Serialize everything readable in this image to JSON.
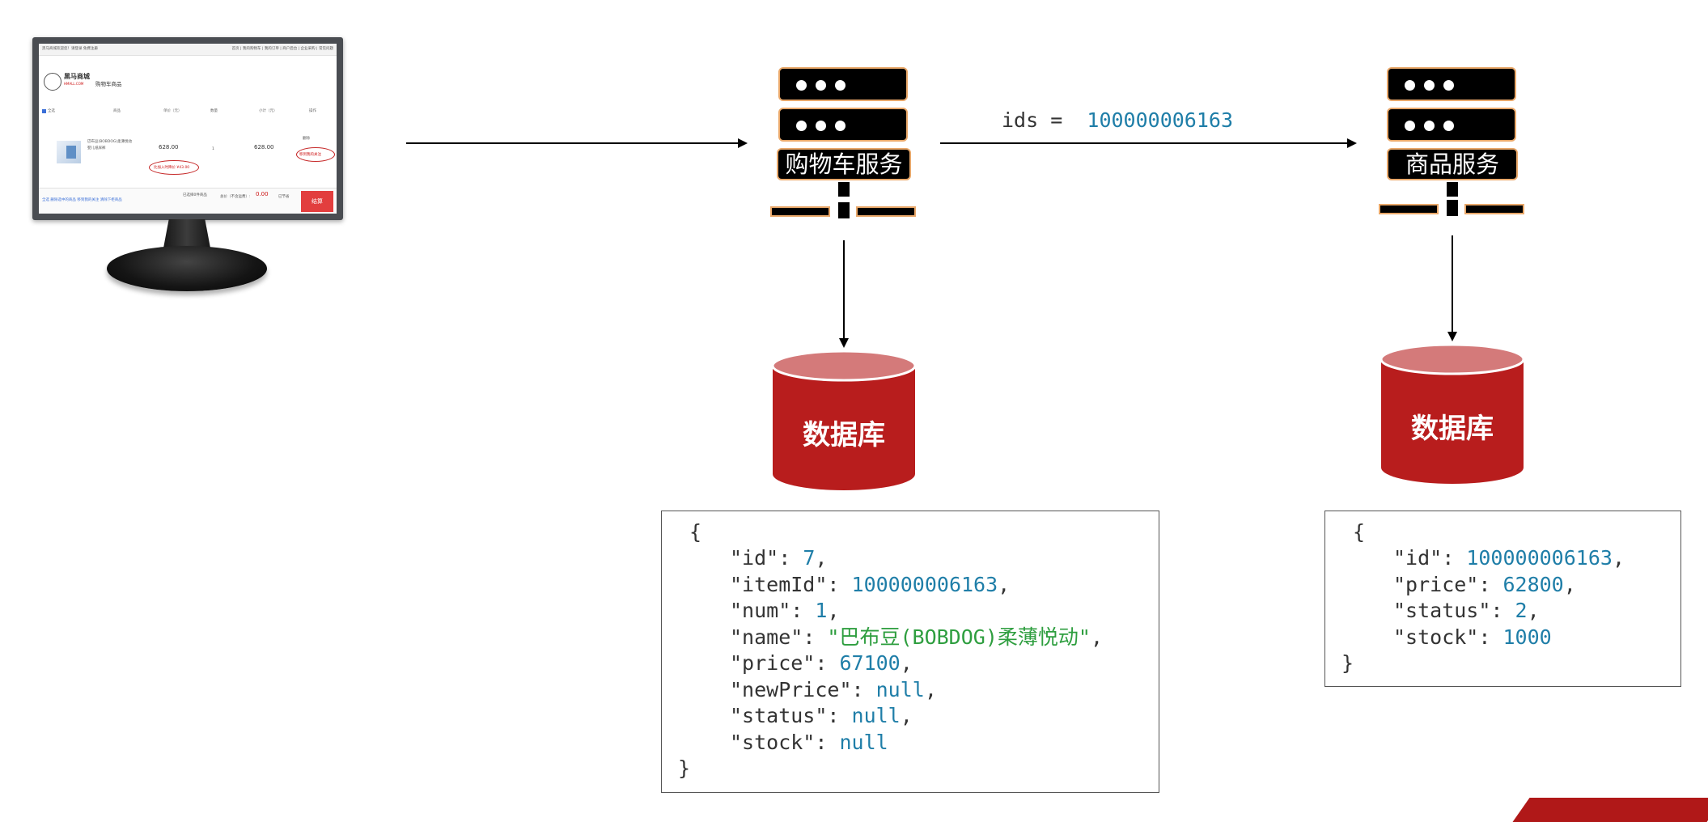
{
  "monitor": {
    "top_left": "黑马商城欢迎您！请登录 免费注册",
    "top_right": "首页 | 我的购物车 | 我的订单 | 商户后台 | 企业采购 | 常见问题",
    "logo": "黑马商城",
    "logo_sub": "HMALL.COM",
    "cart_title": "购物车商品",
    "headers": [
      "全选",
      "商品",
      "单价（元）",
      "数量",
      "小计（元）",
      "操作"
    ],
    "product_name": "巴布豆(BOBDOG)柔薄悦动",
    "product_sub": "婴儿纸尿裤",
    "unit_price": "628.00",
    "qty": "1",
    "subtotal": "628.00",
    "price_note": "比加入时降价 ¥43.00",
    "ops": "删除",
    "ops_note": "移到我的关注",
    "footer_left": "全选  删除选中的商品  移到我的关注  清除下柜商品",
    "footer_count": "已选择0件商品",
    "footer_total_label": "总价（不含运费）:",
    "footer_total": "0.00",
    "footer_saved": "已节省",
    "checkout": "结算"
  },
  "cart_service": {
    "label": "购物车服务"
  },
  "item_service": {
    "label": "商品服务"
  },
  "request": {
    "key": "ids",
    "op": "=",
    "value": "100000006163"
  },
  "cart_db": {
    "label": "数据库"
  },
  "item_db": {
    "label": "数据库"
  },
  "cart_json": {
    "open": "{",
    "close": "}",
    "fields": [
      {
        "key": "\"id\"",
        "value": "7",
        "sep": ","
      },
      {
        "key": "\"itemId\"",
        "value": "100000006163",
        "sep": ","
      },
      {
        "key": "\"num\"",
        "value": "1",
        "sep": ","
      },
      {
        "key": "\"name\"",
        "value": "\"巴布豆(BOBDOG)柔薄悦动\"",
        "sep": ","
      },
      {
        "key": "\"price\"",
        "value": "67100",
        "sep": ","
      },
      {
        "key": "\"newPrice\"",
        "value": "null",
        "sep": ","
      },
      {
        "key": "\"status\"",
        "value": "null",
        "sep": ","
      },
      {
        "key": "\"stock\"",
        "value": "null",
        "sep": ""
      }
    ]
  },
  "item_json": {
    "open": "{",
    "close": "}",
    "fields": [
      {
        "key": "\"id\"",
        "value": "100000006163",
        "sep": ","
      },
      {
        "key": "\"price\"",
        "value": "62800",
        "sep": ","
      },
      {
        "key": "\"status\"",
        "value": "2",
        "sep": ","
      },
      {
        "key": "\"stock\"",
        "value": "1000",
        "sep": ""
      }
    ]
  },
  "colors": {
    "server_outline": "#e9a86a",
    "db_red": "#b81d1d",
    "db_top": "#d47a7a",
    "number": "#1f7ea8",
    "string": "#2e9e3f"
  }
}
